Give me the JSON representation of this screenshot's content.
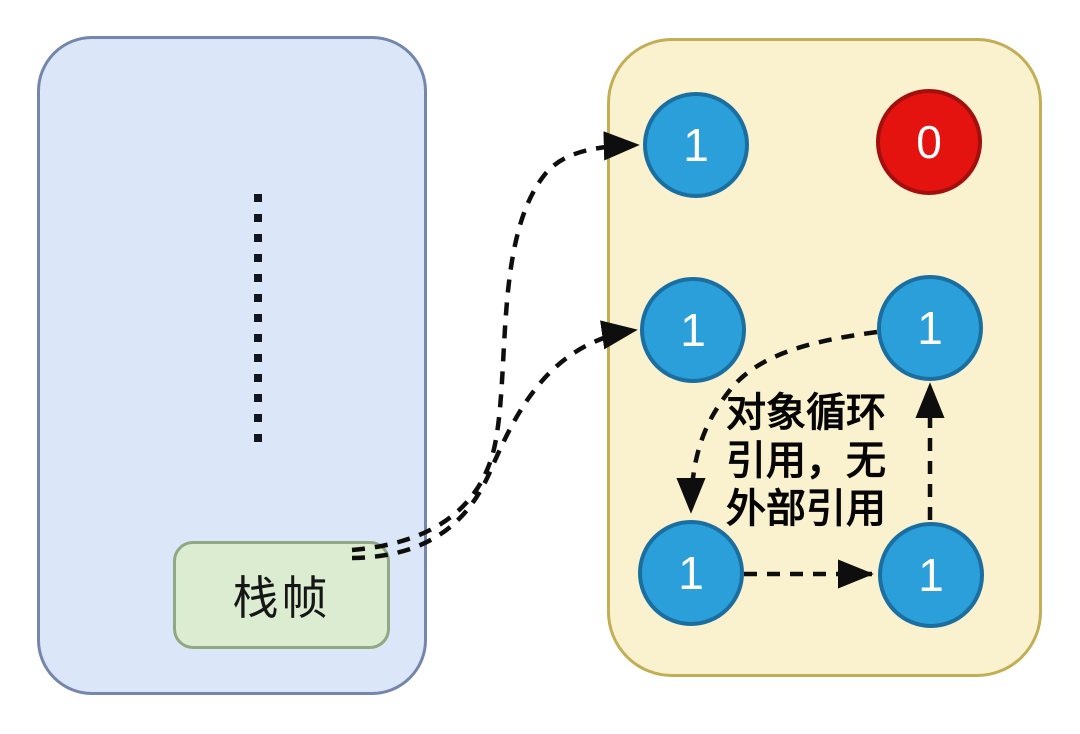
{
  "diagram": {
    "stack": {
      "frame_label": "栈帧",
      "ellipsis_dots": 13
    },
    "heap": {
      "objects": [
        {
          "name": "obj-top-left",
          "ref_count": "1",
          "color": "blue"
        },
        {
          "name": "obj-top-right",
          "ref_count": "0",
          "color": "red"
        },
        {
          "name": "obj-mid-left",
          "ref_count": "1",
          "color": "blue"
        },
        {
          "name": "obj-mid-right",
          "ref_count": "1",
          "color": "blue"
        },
        {
          "name": "obj-bottom-left",
          "ref_count": "1",
          "color": "blue"
        },
        {
          "name": "obj-bottom-right",
          "ref_count": "1",
          "color": "blue"
        }
      ],
      "annotation": {
        "lines": [
          "对象循环",
          "引用，无",
          "外部引用"
        ],
        "full_text": "对象循环引用，无外部引用"
      }
    },
    "colors": {
      "stack_fill": "#dbe7f8",
      "stack_stroke": "#7486ac",
      "heap_fill": "#faf1cf",
      "heap_stroke": "#c1ae55",
      "frame_fill": "#dcecd1",
      "frame_stroke": "#90a884",
      "object_blue_fill": "#2b9fd9",
      "object_blue_stroke": "#1a6fa0",
      "object_red_fill": "#e41310",
      "object_red_stroke": "#a30f0c",
      "arrow": "#0e0e0e"
    }
  }
}
